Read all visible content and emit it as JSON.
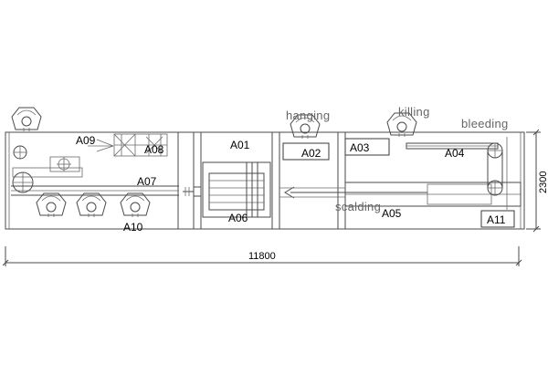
{
  "diagram": {
    "units": {
      "A01": "A01",
      "A02": "A02",
      "A03": "A03",
      "A04": "A04",
      "A05": "A05",
      "A06": "A06",
      "A07": "A07",
      "A08": "A08",
      "A09": "A09",
      "A10": "A10",
      "A11": "A11"
    },
    "process_labels": {
      "hanging": "hanging",
      "killing": "killing",
      "bleeding": "bleeding",
      "scalding": "scalding"
    },
    "dimensions": {
      "length": "11800",
      "width": "2300"
    }
  }
}
